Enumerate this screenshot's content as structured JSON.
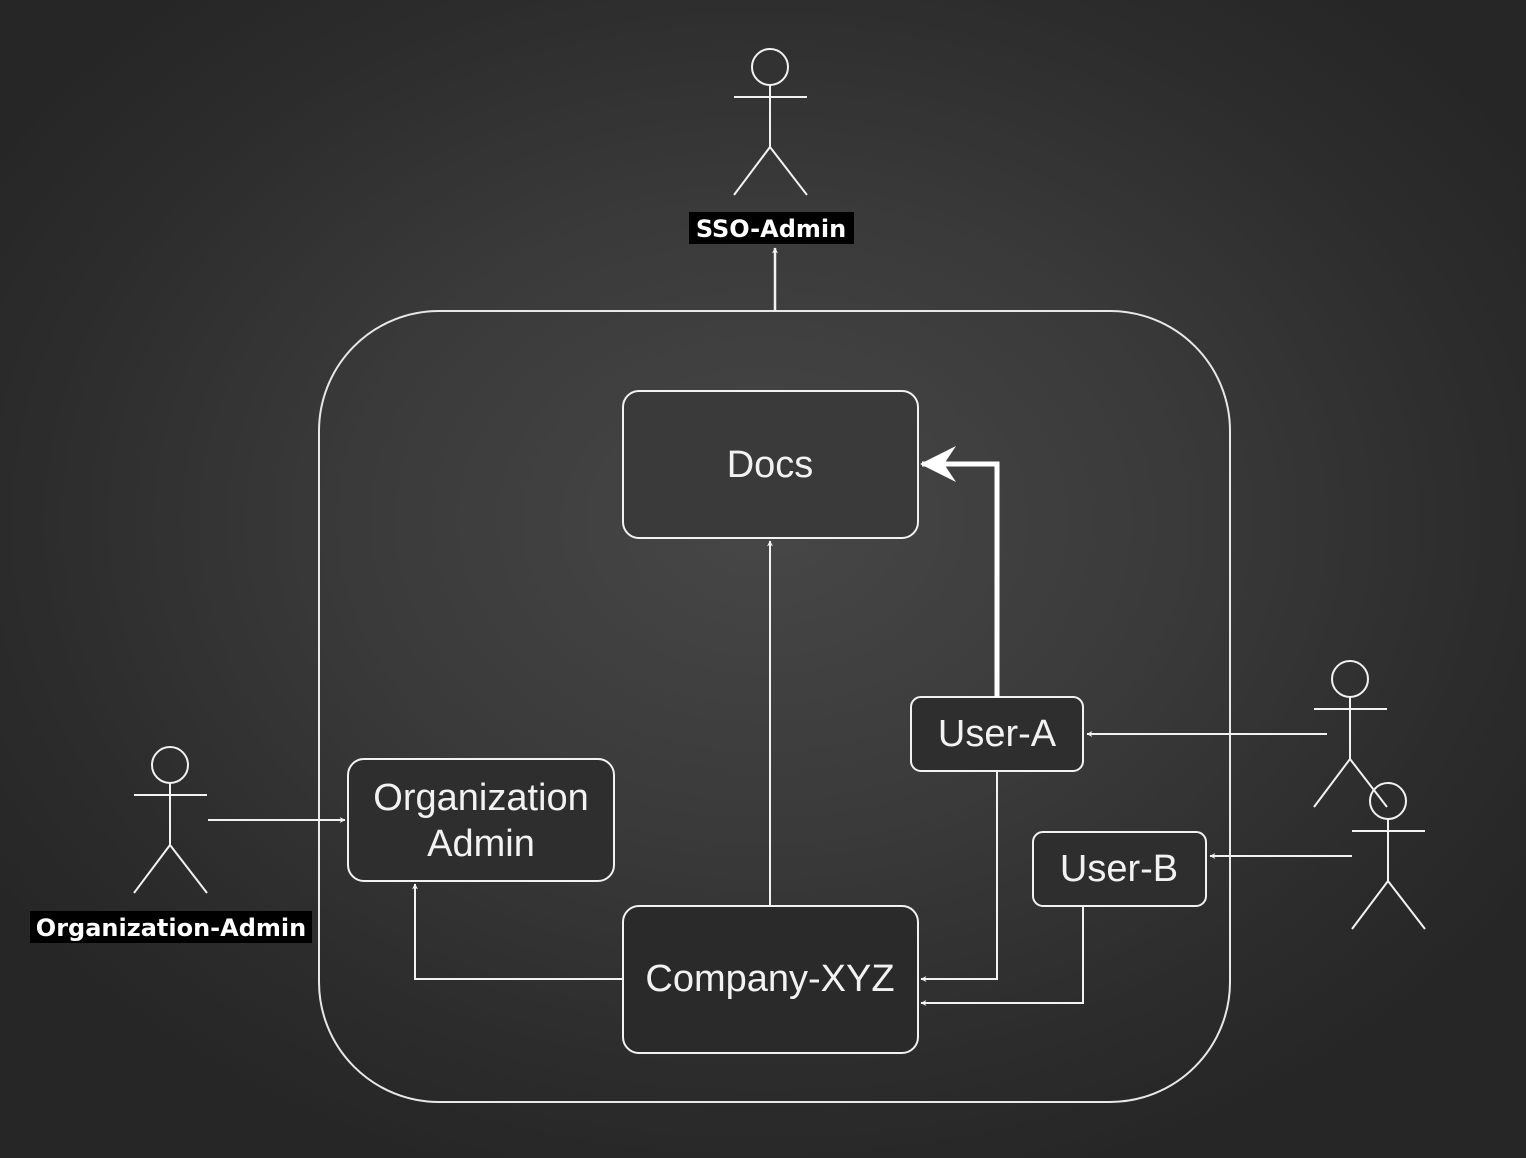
{
  "diagram": {
    "actors": {
      "sso_admin": "SSO-Admin",
      "organization_admin": "Organization-Admin"
    },
    "boxes": {
      "docs": "Docs",
      "org_admin_line1": "Organization",
      "org_admin_line2": "Admin",
      "user_a": "User-A",
      "user_b": "User-B",
      "company": "Company-XYZ"
    },
    "colors": {
      "stroke": "#f2f2f2",
      "label_background": "#000000",
      "label_text": "#ffffff"
    }
  }
}
